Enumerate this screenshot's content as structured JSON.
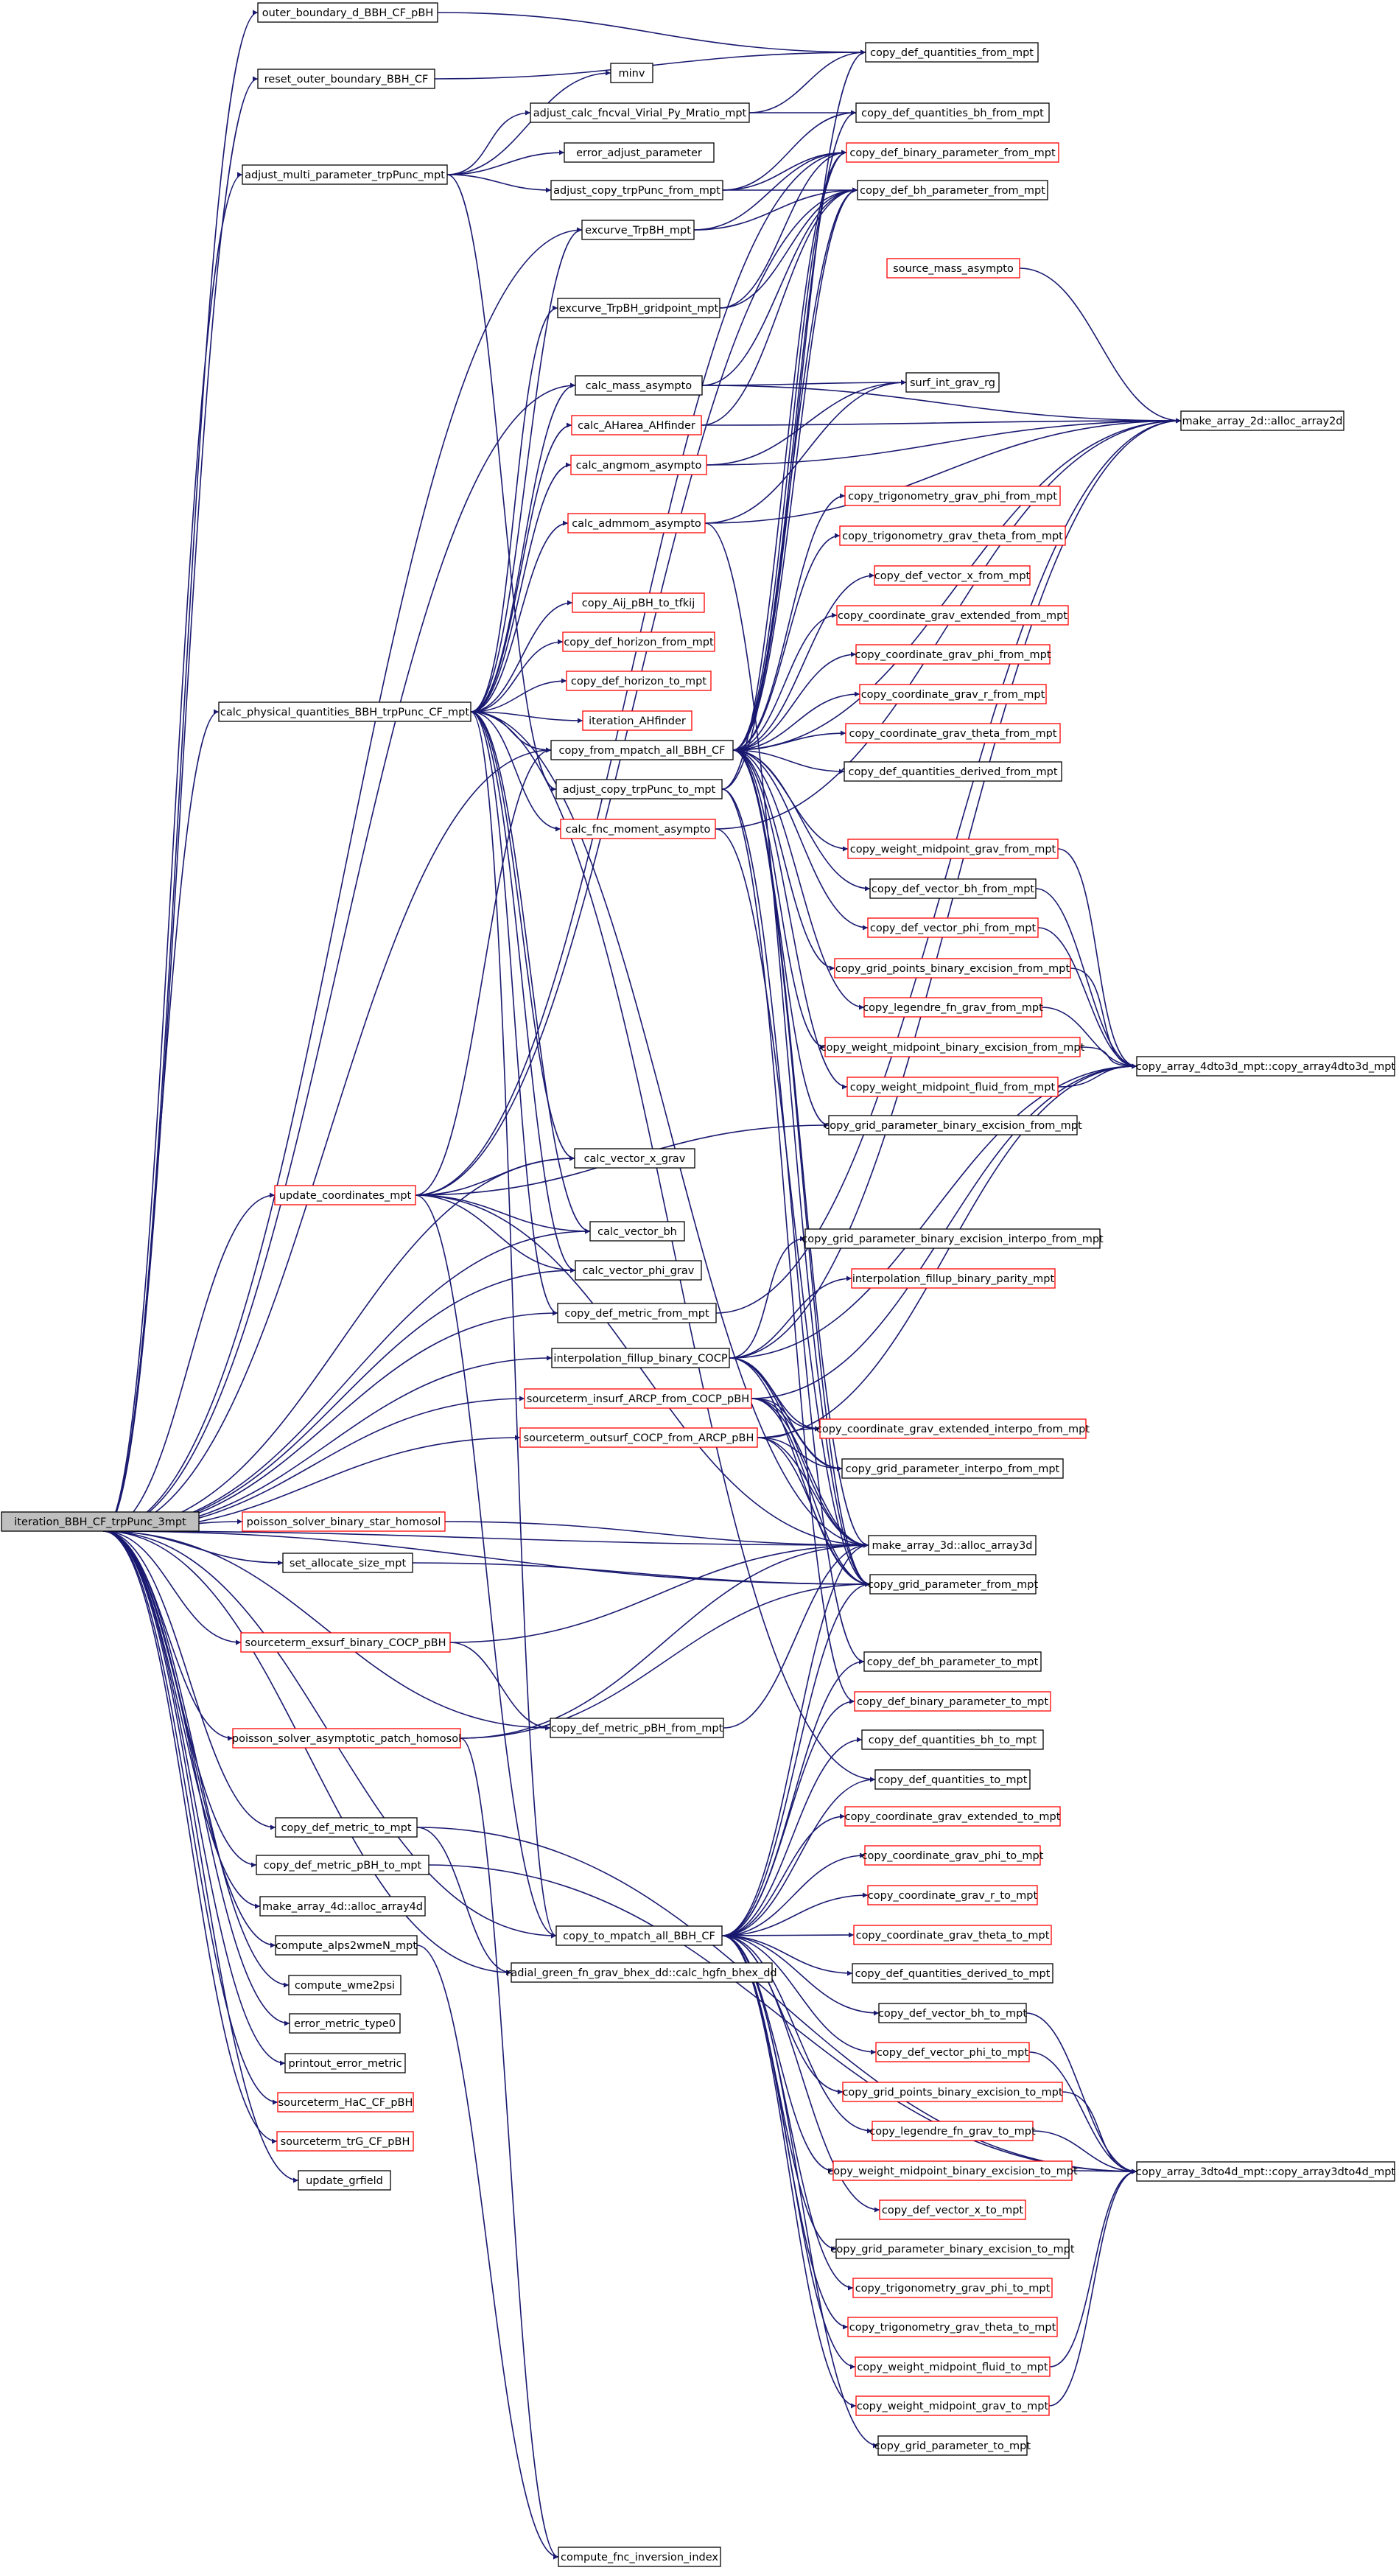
{
  "title": "",
  "colors": {
    "edge": "#191970",
    "node_border_default": "#000000",
    "node_border_red": "#ff0000",
    "root_fill": "#bfbfbf",
    "node_fill": "#ffffff",
    "text": "#000000"
  },
  "nodes": {
    "root": {
      "label": "iteration_BBH_CF_trpPunc_3mpt",
      "style": "root"
    },
    "obd": {
      "label": "outer_boundary_d_BBH_CF_pBH",
      "style": "black"
    },
    "rob": {
      "label": "reset_outer_boundary_BBH_CF",
      "style": "black"
    },
    "amp": {
      "label": "adjust_multi_parameter_trpPunc_mpt",
      "style": "black"
    },
    "cpq": {
      "label": "calc_physical_quantities_BBH_trpPunc_CF_mpt",
      "style": "black"
    },
    "ucm": {
      "label": "update_coordinates_mpt",
      "style": "red"
    },
    "psbs": {
      "label": "poisson_solver_binary_star_homosol",
      "style": "red"
    },
    "sasm": {
      "label": "set_allocate_size_mpt",
      "style": "black"
    },
    "sexb": {
      "label": "sourceterm_exsurf_binary_COCP_pBH",
      "style": "red"
    },
    "psap": {
      "label": "poisson_solver_asymptotic_patch_homosol",
      "style": "red"
    },
    "cdmt": {
      "label": "copy_def_metric_to_mpt",
      "style": "black"
    },
    "cdmpbt": {
      "label": "copy_def_metric_pBH_to_mpt",
      "style": "black"
    },
    "ma4d": {
      "label": "make_array_4d::alloc_array4d",
      "style": "black"
    },
    "ca2w": {
      "label": "compute_alps2wmeN_mpt",
      "style": "black"
    },
    "cw2p": {
      "label": "compute_wme2psi",
      "style": "black"
    },
    "emt0": {
      "label": "error_metric_type0",
      "style": "black"
    },
    "prem": {
      "label": "printout_error_metric",
      "style": "black"
    },
    "sthac": {
      "label": "sourceterm_HaC_CF_pBH",
      "style": "red"
    },
    "sttrg": {
      "label": "sourceterm_trG_CF_pBH",
      "style": "red"
    },
    "ugf": {
      "label": "update_grfield",
      "style": "black"
    },
    "minv": {
      "label": "minv",
      "style": "black"
    },
    "acfv": {
      "label": "adjust_calc_fncval_Virial_Py_Mratio_mpt",
      "style": "black"
    },
    "eap": {
      "label": "error_adjust_parameter",
      "style": "black"
    },
    "actp": {
      "label": "adjust_copy_trpPunc_from_mpt",
      "style": "black"
    },
    "etbh": {
      "label": "excurve_TrpBH_mpt",
      "style": "black"
    },
    "etbg": {
      "label": "excurve_TrpBH_gridpoint_mpt",
      "style": "black"
    },
    "cma": {
      "label": "calc_mass_asympto",
      "style": "black"
    },
    "caha": {
      "label": "calc_AHarea_AHfinder",
      "style": "red"
    },
    "caa": {
      "label": "calc_angmom_asympto",
      "style": "red"
    },
    "cadm": {
      "label": "calc_admmom_asympto",
      "style": "red"
    },
    "caij": {
      "label": "copy_Aij_pBH_to_tfkij",
      "style": "red"
    },
    "cdhf": {
      "label": "copy_def_horizon_from_mpt",
      "style": "red"
    },
    "cdht": {
      "label": "copy_def_horizon_to_mpt",
      "style": "red"
    },
    "itah": {
      "label": "iteration_AHfinder",
      "style": "red"
    },
    "cfmp": {
      "label": "copy_from_mpatch_all_BBH_CF",
      "style": "black"
    },
    "actt": {
      "label": "adjust_copy_trpPunc_to_mpt",
      "style": "black"
    },
    "cfma": {
      "label": "calc_fnc_moment_asympto",
      "style": "red"
    },
    "cvxg": {
      "label": "calc_vector_x_grav",
      "style": "black"
    },
    "cvbh": {
      "label": "calc_vector_bh",
      "style": "black"
    },
    "cvpg": {
      "label": "calc_vector_phi_grav",
      "style": "black"
    },
    "cdmf": {
      "label": "copy_def_metric_from_mpt",
      "style": "black"
    },
    "ifbc": {
      "label": "interpolation_fillup_binary_COCP",
      "style": "black"
    },
    "siar": {
      "label": "sourceterm_insurf_ARCP_from_COCP_pBH",
      "style": "red"
    },
    "soca": {
      "label": "sourceterm_outsurf_COCP_from_ARCP_pBH",
      "style": "red"
    },
    "cdmpbf": {
      "label": "copy_def_metric_pBH_from_mpt",
      "style": "black"
    },
    "ctmp": {
      "label": "copy_to_mpatch_all_BBH_CF",
      "style": "black"
    },
    "rgfn": {
      "label": "radial_green_fn_grav_bhex_dd::calc_hgfn_bhex_dd",
      "style": "black"
    },
    "cfii": {
      "label": "compute_fnc_inversion_index",
      "style": "black"
    },
    "cdqf": {
      "label": "copy_def_quantities_from_mpt",
      "style": "black"
    },
    "cdqbf": {
      "label": "copy_def_quantities_bh_from_mpt",
      "style": "black"
    },
    "cdbpf": {
      "label": "copy_def_binary_parameter_from_mpt",
      "style": "red"
    },
    "cdbhf": {
      "label": "copy_def_bh_parameter_from_mpt",
      "style": "black"
    },
    "sma": {
      "label": "source_mass_asympto",
      "style": "red"
    },
    "sigr": {
      "label": "surf_int_grav_rg",
      "style": "black"
    },
    "ma2d": {
      "label": "make_array_2d::alloc_array2d",
      "style": "black"
    },
    "ctgpf": {
      "label": "copy_trigonometry_grav_phi_from_mpt",
      "style": "red"
    },
    "ctgtf": {
      "label": "copy_trigonometry_grav_theta_from_mpt",
      "style": "red"
    },
    "cdvxf": {
      "label": "copy_def_vector_x_from_mpt",
      "style": "red"
    },
    "ccgef": {
      "label": "copy_coordinate_grav_extended_from_mpt",
      "style": "red"
    },
    "ccgpf": {
      "label": "copy_coordinate_grav_phi_from_mpt",
      "style": "red"
    },
    "ccgrf": {
      "label": "copy_coordinate_grav_r_from_mpt",
      "style": "red"
    },
    "ccgtf": {
      "label": "copy_coordinate_grav_theta_from_mpt",
      "style": "red"
    },
    "cdqdf": {
      "label": "copy_def_quantities_derived_from_mpt",
      "style": "black"
    },
    "cwmgf": {
      "label": "copy_weight_midpoint_grav_from_mpt",
      "style": "red"
    },
    "cdvbf": {
      "label": "copy_def_vector_bh_from_mpt",
      "style": "black"
    },
    "cdvpf": {
      "label": "copy_def_vector_phi_from_mpt",
      "style": "red"
    },
    "cgpbf": {
      "label": "copy_grid_points_binary_excision_from_mpt",
      "style": "red"
    },
    "clgf": {
      "label": "copy_legendre_fn_grav_from_mpt",
      "style": "red"
    },
    "cwmbf": {
      "label": "copy_weight_midpoint_binary_excision_from_mpt",
      "style": "red"
    },
    "cwmff": {
      "label": "copy_weight_midpoint_fluid_from_mpt",
      "style": "red"
    },
    "ca43": {
      "label": "copy_array_4dto3d_mpt::copy_array4dto3d_mpt",
      "style": "black"
    },
    "cgpbef": {
      "label": "copy_grid_parameter_binary_excision_from_mpt",
      "style": "black"
    },
    "cgpbif": {
      "label": "copy_grid_parameter_binary_excision_interpo_from_mpt",
      "style": "black"
    },
    "ifbp": {
      "label": "interpolation_fillup_binary_parity_mpt",
      "style": "red"
    },
    "ccgeif": {
      "label": "copy_coordinate_grav_extended_interpo_from_mpt",
      "style": "red"
    },
    "cgpif": {
      "label": "copy_grid_parameter_interpo_from_mpt",
      "style": "black"
    },
    "ma3d": {
      "label": "make_array_3d::alloc_array3d",
      "style": "black"
    },
    "cgpf": {
      "label": "copy_grid_parameter_from_mpt",
      "style": "black"
    },
    "cdbht": {
      "label": "copy_def_bh_parameter_to_mpt",
      "style": "black"
    },
    "cdbpt": {
      "label": "copy_def_binary_parameter_to_mpt",
      "style": "red"
    },
    "cdqbt": {
      "label": "copy_def_quantities_bh_to_mpt",
      "style": "black"
    },
    "cdqt": {
      "label": "copy_def_quantities_to_mpt",
      "style": "black"
    },
    "ccget": {
      "label": "copy_coordinate_grav_extended_to_mpt",
      "style": "red"
    },
    "ccgpt": {
      "label": "copy_coordinate_grav_phi_to_mpt",
      "style": "red"
    },
    "ccgrt": {
      "label": "copy_coordinate_grav_r_to_mpt",
      "style": "red"
    },
    "ccgtt": {
      "label": "copy_coordinate_grav_theta_to_mpt",
      "style": "red"
    },
    "cdqdt": {
      "label": "copy_def_quantities_derived_to_mpt",
      "style": "black"
    },
    "cdvbt": {
      "label": "copy_def_vector_bh_to_mpt",
      "style": "black"
    },
    "cdvpt": {
      "label": "copy_def_vector_phi_to_mpt",
      "style": "red"
    },
    "cgpbt": {
      "label": "copy_grid_points_binary_excision_to_mpt",
      "style": "red"
    },
    "clgt": {
      "label": "copy_legendre_fn_grav_to_mpt",
      "style": "red"
    },
    "cwmbt": {
      "label": "copy_weight_midpoint_binary_excision_to_mpt",
      "style": "red"
    },
    "ca34": {
      "label": "copy_array_3dto4d_mpt::copy_array3dto4d_mpt",
      "style": "black"
    },
    "cdvxt": {
      "label": "copy_def_vector_x_to_mpt",
      "style": "red"
    },
    "cgpbet": {
      "label": "copy_grid_parameter_binary_excision_to_mpt",
      "style": "black"
    },
    "ctgpt": {
      "label": "copy_trigonometry_grav_phi_to_mpt",
      "style": "red"
    },
    "ctgtt": {
      "label": "copy_trigonometry_grav_theta_to_mpt",
      "style": "red"
    },
    "cwmft": {
      "label": "copy_weight_midpoint_fluid_to_mpt",
      "style": "red"
    },
    "cwmgt": {
      "label": "copy_weight_midpoint_grav_to_mpt",
      "style": "red"
    },
    "cgpt": {
      "label": "copy_grid_parameter_to_mpt",
      "style": "black"
    }
  },
  "edges": [
    [
      "root",
      "obd"
    ],
    [
      "root",
      "rob"
    ],
    [
      "root",
      "amp"
    ],
    [
      "root",
      "cpq"
    ],
    [
      "root",
      "ucm"
    ],
    [
      "root",
      "psbs"
    ],
    [
      "root",
      "sasm"
    ],
    [
      "root",
      "sexb"
    ],
    [
      "root",
      "psap"
    ],
    [
      "root",
      "cdmt"
    ],
    [
      "root",
      "cdmpbt"
    ],
    [
      "root",
      "ma4d"
    ],
    [
      "root",
      "ca2w"
    ],
    [
      "root",
      "cw2p"
    ],
    [
      "root",
      "emt0"
    ],
    [
      "root",
      "prem"
    ],
    [
      "root",
      "sthac"
    ],
    [
      "root",
      "sttrg"
    ],
    [
      "root",
      "ugf"
    ],
    [
      "root",
      "etbh"
    ],
    [
      "root",
      "cma"
    ],
    [
      "root",
      "cfmp"
    ],
    [
      "root",
      "cvxg"
    ],
    [
      "root",
      "cvbh"
    ],
    [
      "root",
      "cvpg"
    ],
    [
      "root",
      "cdmf"
    ],
    [
      "root",
      "ifbc"
    ],
    [
      "root",
      "siar"
    ],
    [
      "root",
      "soca"
    ],
    [
      "root",
      "ma3d"
    ],
    [
      "root",
      "cgpf"
    ],
    [
      "root",
      "cdmpbf"
    ],
    [
      "root",
      "ctmp"
    ],
    [
      "obd",
      "cdqf"
    ],
    [
      "rob",
      "cdqf"
    ],
    [
      "amp",
      "minv"
    ],
    [
      "amp",
      "acfv"
    ],
    [
      "amp",
      "eap"
    ],
    [
      "amp",
      "actp"
    ],
    [
      "amp",
      "actt"
    ],
    [
      "acfv",
      "cdqf"
    ],
    [
      "acfv",
      "cdqbf"
    ],
    [
      "actp",
      "cdbpf"
    ],
    [
      "actp",
      "cdbhf"
    ],
    [
      "actp",
      "cdqbf"
    ],
    [
      "cpq",
      "etbh"
    ],
    [
      "cpq",
      "etbg"
    ],
    [
      "cpq",
      "cma"
    ],
    [
      "cpq",
      "caha"
    ],
    [
      "cpq",
      "caa"
    ],
    [
      "cpq",
      "cadm"
    ],
    [
      "cpq",
      "caij"
    ],
    [
      "cpq",
      "cdhf"
    ],
    [
      "cpq",
      "cdht"
    ],
    [
      "cpq",
      "itah"
    ],
    [
      "cpq",
      "cfmp"
    ],
    [
      "cpq",
      "cfma"
    ],
    [
      "cpq",
      "cvxg"
    ],
    [
      "cpq",
      "cvbh"
    ],
    [
      "cpq",
      "cvpg"
    ],
    [
      "cpq",
      "cdmf"
    ],
    [
      "cpq",
      "ctmp"
    ],
    [
      "cpq",
      "cdqt"
    ],
    [
      "cpq",
      "ma3d"
    ],
    [
      "etbh",
      "cdbpf"
    ],
    [
      "etbh",
      "cdbhf"
    ],
    [
      "etbg",
      "cdbpf"
    ],
    [
      "etbg",
      "cdbhf"
    ],
    [
      "cma",
      "sigr"
    ],
    [
      "cma",
      "ma2d"
    ],
    [
      "cma",
      "cdbhf"
    ],
    [
      "caha",
      "cdbhf"
    ],
    [
      "caha",
      "ma2d"
    ],
    [
      "caa",
      "sigr"
    ],
    [
      "caa",
      "ma2d"
    ],
    [
      "cadm",
      "sigr"
    ],
    [
      "cadm",
      "ma2d"
    ],
    [
      "cadm",
      "cgpf"
    ],
    [
      "sma",
      "ma2d"
    ],
    [
      "cfmp",
      "cdqf"
    ],
    [
      "cfmp",
      "cdqbf"
    ],
    [
      "cfmp",
      "cdbpf"
    ],
    [
      "cfmp",
      "cdbhf"
    ],
    [
      "cfmp",
      "ctgpf"
    ],
    [
      "cfmp",
      "ctgtf"
    ],
    [
      "cfmp",
      "cdvxf"
    ],
    [
      "cfmp",
      "ccgef"
    ],
    [
      "cfmp",
      "ccgpf"
    ],
    [
      "cfmp",
      "ccgrf"
    ],
    [
      "cfmp",
      "ccgtf"
    ],
    [
      "cfmp",
      "cdqdf"
    ],
    [
      "cfmp",
      "cwmgf"
    ],
    [
      "cfmp",
      "cdvbf"
    ],
    [
      "cfmp",
      "cdvpf"
    ],
    [
      "cfmp",
      "cgpbf"
    ],
    [
      "cfmp",
      "clgf"
    ],
    [
      "cfmp",
      "cwmbf"
    ],
    [
      "cfmp",
      "cwmff"
    ],
    [
      "cfmp",
      "cgpbef"
    ],
    [
      "cfmp",
      "ma2d"
    ],
    [
      "cfmp",
      "ma3d"
    ],
    [
      "cfmp",
      "cgpf"
    ],
    [
      "actt",
      "cdbpf"
    ],
    [
      "actt",
      "cdbhf"
    ],
    [
      "actt",
      "cdbpt"
    ],
    [
      "actt",
      "cdbht"
    ],
    [
      "cfma",
      "ma2d"
    ],
    [
      "cfma",
      "cgpf"
    ],
    [
      "cwmgf",
      "ca43"
    ],
    [
      "cdvbf",
      "ca43"
    ],
    [
      "cdvpf",
      "ca43"
    ],
    [
      "cgpbf",
      "ca43"
    ],
    [
      "clgf",
      "ca43"
    ],
    [
      "cwmbf",
      "ca43"
    ],
    [
      "cwmff",
      "ca43"
    ],
    [
      "cdvxf",
      "ca2d_dummy"
    ],
    [
      "ucm",
      "cvxg"
    ],
    [
      "ucm",
      "cvbh"
    ],
    [
      "ucm",
      "cvpg"
    ],
    [
      "ucm",
      "cgpbef"
    ],
    [
      "ucm",
      "cdbpf"
    ],
    [
      "ucm",
      "cdbhf"
    ],
    [
      "ucm",
      "cfmp"
    ],
    [
      "ucm",
      "ctmp"
    ],
    [
      "ucm",
      "ma3d"
    ],
    [
      "cdmf",
      "ma2d"
    ],
    [
      "ifbc",
      "cgpbif"
    ],
    [
      "ifbc",
      "ifbp"
    ],
    [
      "ifbc",
      "ccgeif"
    ],
    [
      "ifbc",
      "cgpif"
    ],
    [
      "ifbc",
      "ma3d"
    ],
    [
      "ifbc",
      "cgpf"
    ],
    [
      "ifbc",
      "ca43"
    ],
    [
      "ifbc",
      "ma2d"
    ],
    [
      "siar",
      "ccgeif"
    ],
    [
      "siar",
      "cgpif"
    ],
    [
      "siar",
      "ma3d"
    ],
    [
      "siar",
      "cgpf"
    ],
    [
      "siar",
      "ca43"
    ],
    [
      "soca",
      "ccgeif"
    ],
    [
      "soca",
      "cgpif"
    ],
    [
      "soca",
      "ma3d"
    ],
    [
      "soca",
      "cgpf"
    ],
    [
      "soca",
      "ca43"
    ],
    [
      "psbs",
      "ma3d"
    ],
    [
      "sasm",
      "cgpf"
    ],
    [
      "sexb",
      "ma3d"
    ],
    [
      "sexb",
      "cdmpbf"
    ],
    [
      "cdmpbf",
      "ma3d"
    ],
    [
      "psap",
      "ma3d"
    ],
    [
      "psap",
      "cgpf"
    ],
    [
      "psap",
      "cfii"
    ],
    [
      "cdmt",
      "ca34"
    ],
    [
      "cdmpbt",
      "ca34"
    ],
    [
      "ca2w",
      "cfii"
    ],
    [
      "ctmp",
      "cdbht"
    ],
    [
      "ctmp",
      "cdbpt"
    ],
    [
      "ctmp",
      "cdqbt"
    ],
    [
      "ctmp",
      "cdqt"
    ],
    [
      "ctmp",
      "ccget"
    ],
    [
      "ctmp",
      "ccgpt"
    ],
    [
      "ctmp",
      "ccgrt"
    ],
    [
      "ctmp",
      "ccgtt"
    ],
    [
      "ctmp",
      "cdqdt"
    ],
    [
      "ctmp",
      "cdvbt"
    ],
    [
      "ctmp",
      "cdvpt"
    ],
    [
      "ctmp",
      "cgpbt"
    ],
    [
      "ctmp",
      "clgt"
    ],
    [
      "ctmp",
      "cwmbt"
    ],
    [
      "ctmp",
      "cdvxt"
    ],
    [
      "ctmp",
      "cgpbet"
    ],
    [
      "ctmp",
      "ctgpt"
    ],
    [
      "ctmp",
      "ctgtt"
    ],
    [
      "ctmp",
      "cwmft"
    ],
    [
      "ctmp",
      "cwmgt"
    ],
    [
      "ctmp",
      "cgpt"
    ],
    [
      "ctmp",
      "ma3d"
    ],
    [
      "ctmp",
      "cgpf"
    ],
    [
      "cdvbt",
      "ca34"
    ],
    [
      "cdvpt",
      "ca34"
    ],
    [
      "cgpbt",
      "ca34"
    ],
    [
      "clgt",
      "ca34"
    ],
    [
      "cwmbt",
      "ca34"
    ],
    [
      "cwmft",
      "ca34"
    ],
    [
      "cwmgt",
      "ca34"
    ],
    [
      "root",
      "rgfn"
    ],
    [
      "cdmt",
      "rgfn"
    ]
  ]
}
